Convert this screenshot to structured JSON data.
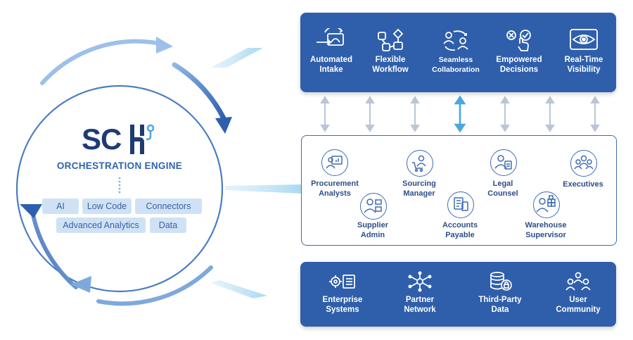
{
  "engine": {
    "logo_text": "SCH",
    "title": "ORCHESTRATION ENGINE",
    "chips_row1": [
      "AI",
      "Low Code",
      "Connectors"
    ],
    "chips_row2": [
      "Advanced Analytics",
      "Data"
    ]
  },
  "capabilities": [
    {
      "line1": "Automated",
      "line2": "Intake",
      "icon": "automated-intake-icon"
    },
    {
      "line1": "Flexible",
      "line2": "Workflow",
      "icon": "flexible-workflow-icon"
    },
    {
      "line1": "Seamless",
      "line2": "Collaboration",
      "icon": "collaboration-icon"
    },
    {
      "line1": "Empowered",
      "line2": "Decisions",
      "icon": "decision-icon"
    },
    {
      "line1": "Real-Time",
      "line2": "Visibility",
      "icon": "eye-icon"
    }
  ],
  "personas": [
    {
      "line1": "Procurement",
      "line2": "Analysts"
    },
    {
      "line1": "Sourcing",
      "line2": "Manager"
    },
    {
      "line1": "Legal",
      "line2": "Counsel"
    },
    {
      "line1": "Executives",
      "line2": ""
    },
    {
      "line1": "Supplier",
      "line2": "Admin"
    },
    {
      "line1": "Accounts",
      "line2": "Payable"
    },
    {
      "line1": "Warehouse",
      "line2": "Supervisor"
    }
  ],
  "sources": [
    {
      "line1": "Enterprise",
      "line2": "Systems",
      "icon": "enterprise-systems-icon"
    },
    {
      "line1": "Partner",
      "line2": "Network",
      "icon": "network-icon"
    },
    {
      "line1": "Third-Party",
      "line2": "Data",
      "icon": "database-icon"
    },
    {
      "line1": "User",
      "line2": "Community",
      "icon": "users-icon"
    }
  ],
  "colors": {
    "primary": "#2f5faa",
    "accent": "#4aa8dc",
    "chip": "#cfe2f5"
  }
}
